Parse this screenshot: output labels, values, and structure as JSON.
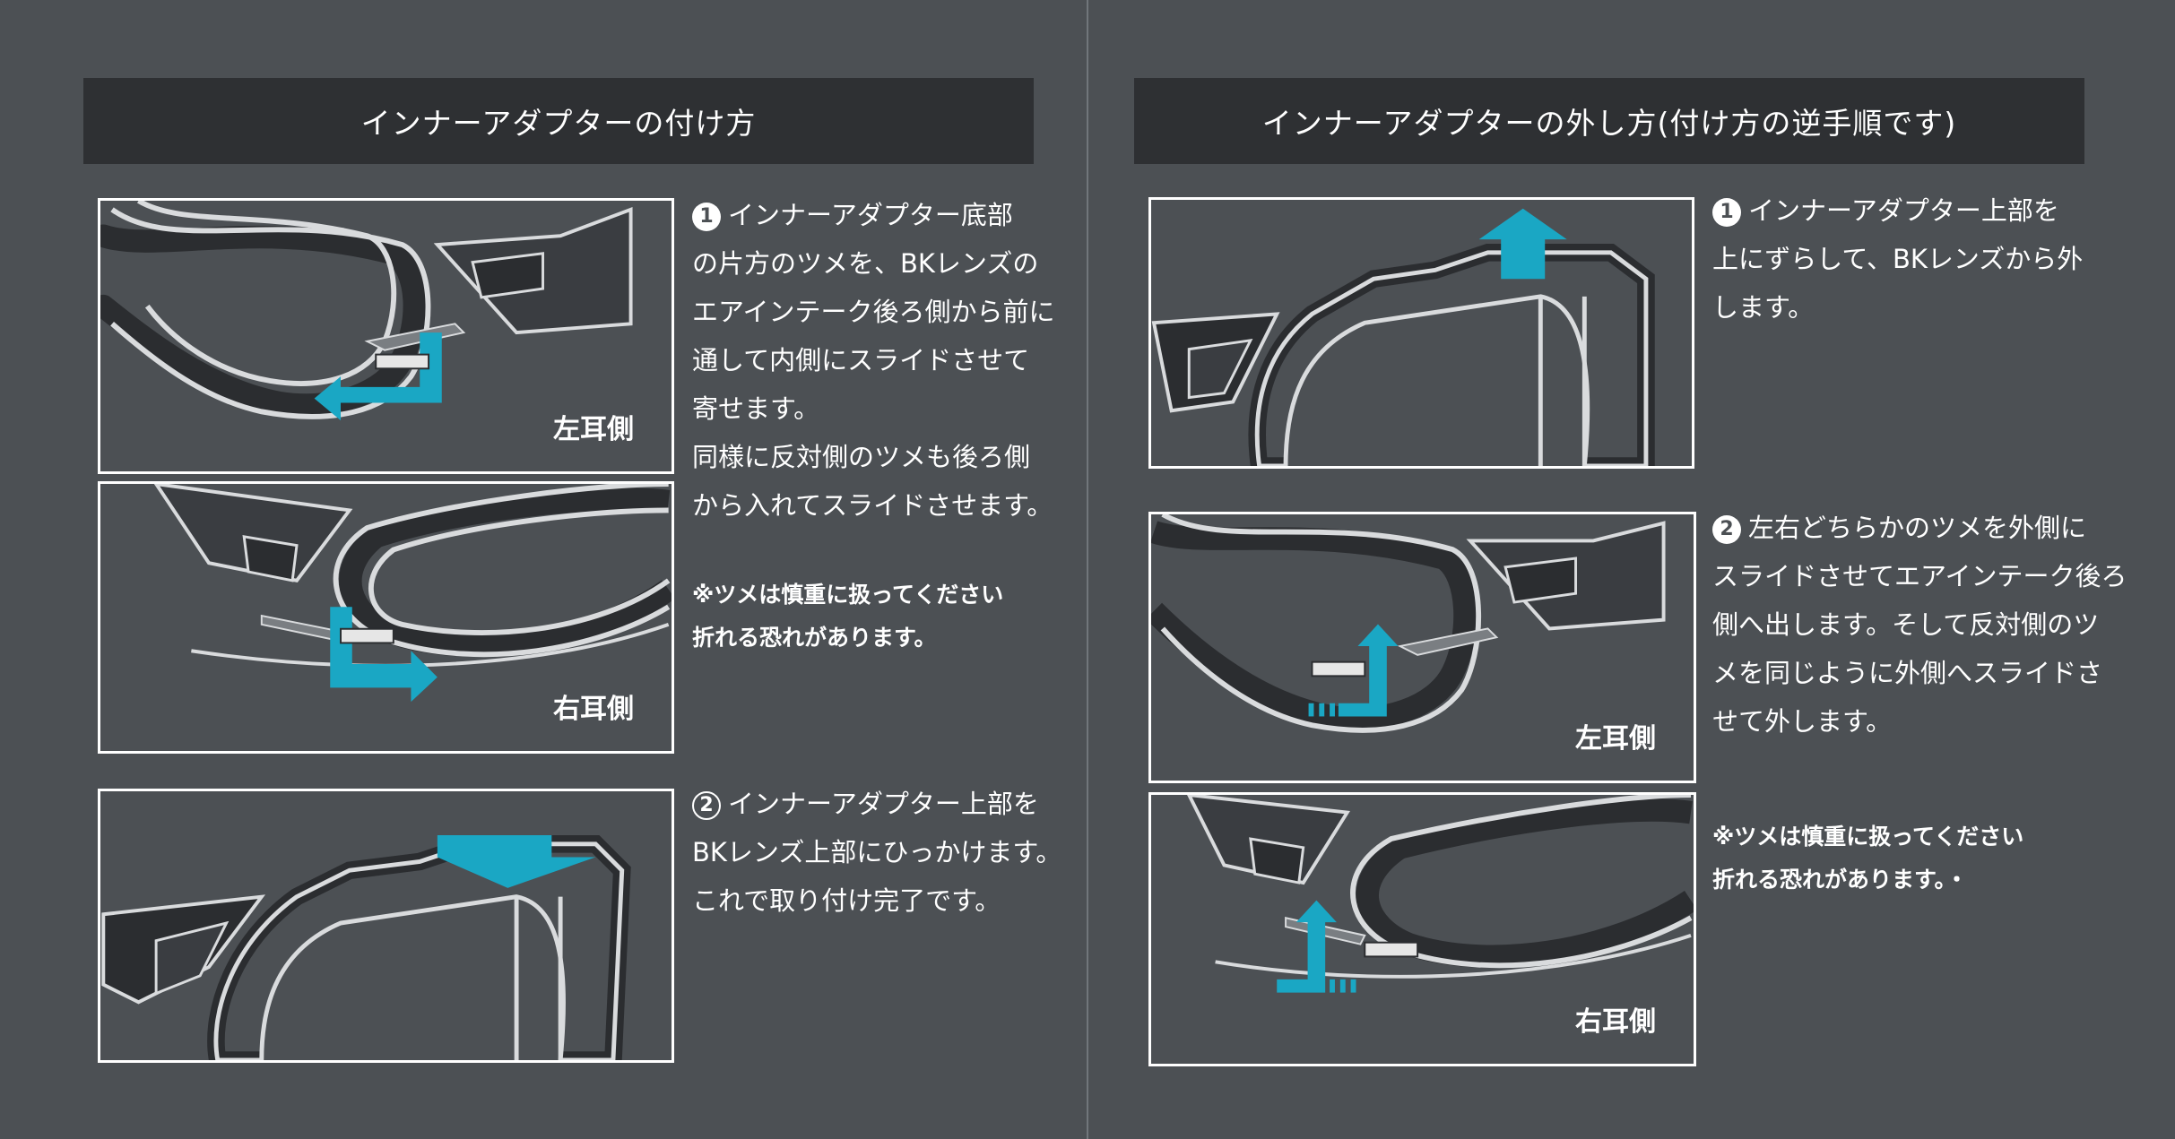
{
  "left": {
    "title": "インナーアダプターの付け方",
    "step1": {
      "number": "1",
      "lines": [
        "インナーアダプター底部",
        "の片方のツメを、BKレンズの",
        "エアインテーク後ろ側から前に",
        "通して内側にスライドさせて",
        "寄せます。",
        "同様に反対側のツメも後ろ側",
        "から入れてスライドさせます。"
      ]
    },
    "note": [
      "※ツメは慎重に扱ってください",
      "折れる恐れがあります。"
    ],
    "step2": {
      "number": "2",
      "lines": [
        "インナーアダプター上部を",
        "BKレンズ上部にひっかけます。",
        "これで取り付け完了です。"
      ]
    },
    "panel_labels": {
      "left_ear": "左耳側",
      "right_ear": "右耳側"
    }
  },
  "right": {
    "title": "インナーアダプターの外し方(付け方の逆手順です)",
    "step1": {
      "number": "1",
      "lines": [
        "インナーアダプター上部を",
        "上にずらして、BKレンズから外",
        "します。"
      ]
    },
    "step2": {
      "number": "2",
      "lines": [
        "左右どちらかのツメを外側に",
        "スライドさせてエアインテーク後ろ",
        "側へ出します。そして反対側のツ",
        "メを同じように外側へスライドさ",
        "せて外します。"
      ]
    },
    "note": [
      "※ツメは慎重に扱ってください",
      "折れる恐れがあります。・"
    ],
    "panel_labels": {
      "left_ear": "左耳側",
      "right_ear": "右耳側"
    }
  },
  "colors": {
    "arrow": "#1aa7c4",
    "background": "#4c5054",
    "header": "#2e3033"
  }
}
